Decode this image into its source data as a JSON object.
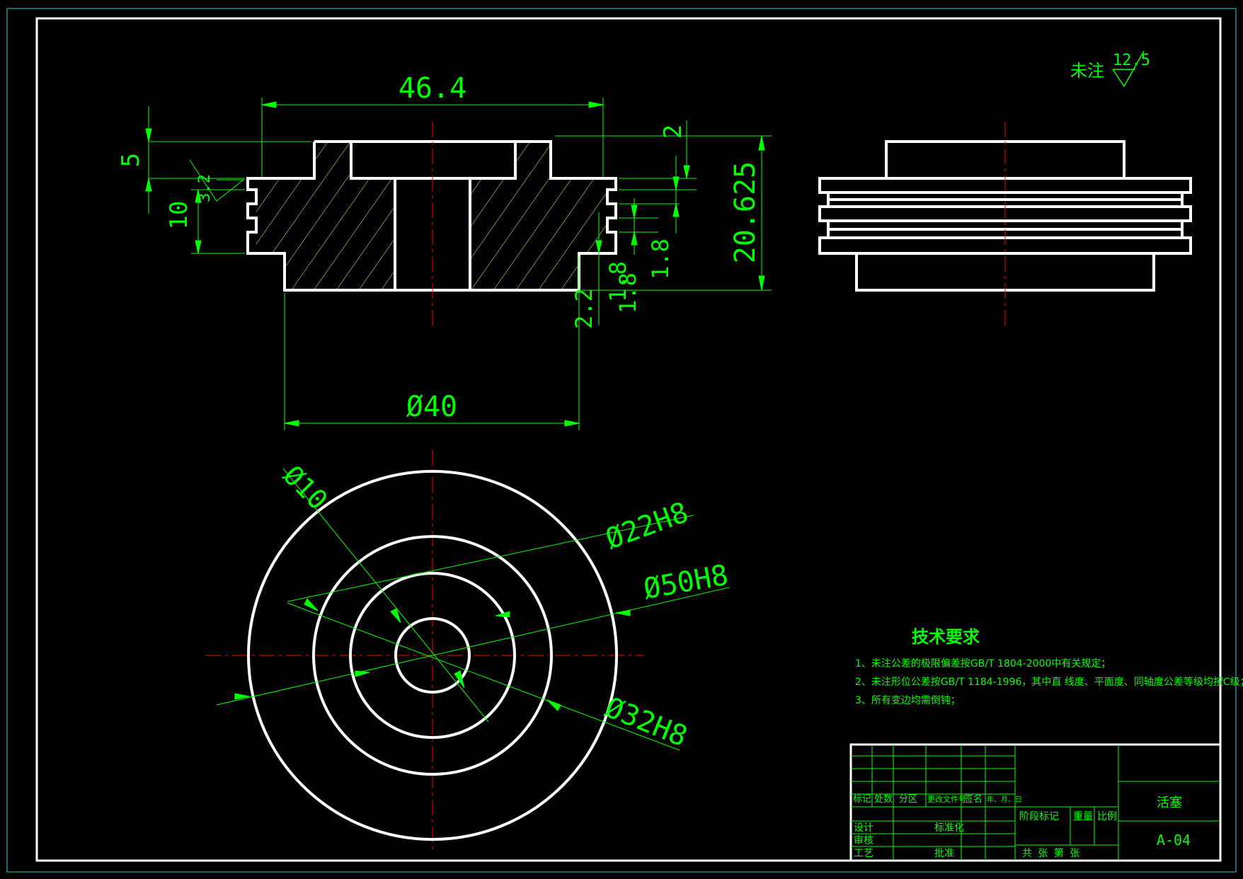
{
  "colors": {
    "background": "#000000",
    "outline": "#ffffff",
    "dimension": "#00ff00",
    "centerline": "#ff0000",
    "hatch": "#ffff00",
    "frame": "#2fd1d1",
    "table_line": "#00ff00"
  },
  "surface_finish": {
    "note": "未注",
    "value": "12.5"
  },
  "section_view": {
    "dims": {
      "width": "46.4",
      "top_step": "5",
      "groove_pitch": "10",
      "roughness": "3.2",
      "right_top": "2",
      "total_height": "20.625",
      "groove_a": "1.8",
      "groove_b": "1.8",
      "groove_c": "1.8",
      "bottom_step": "2.2",
      "bottom_diameter": "Ø40"
    }
  },
  "top_view": {
    "dims": {
      "d10": "Ø10",
      "d22": "Ø22H8",
      "d50": "Ø50H8",
      "d32": "Ø32H8"
    }
  },
  "tech_requirements": {
    "title": "技术要求",
    "items": [
      "1、未注公差的极限偏差按GB/T 1804-2000中有关规定；",
      "2、未注形位公差按GB/T 1184-1996，其中直 线度、平面度、同轴度公差等级均按C级；",
      "3、所有变边均需倒钝；"
    ]
  },
  "title_block": {
    "header_row": [
      "标记",
      "处数",
      "分区",
      "更改文件号",
      "签名",
      "年、月、日"
    ],
    "left_rows": [
      "设计",
      "审核",
      "工艺"
    ],
    "mid_labels": [
      "标准化",
      "批准"
    ],
    "stage_label": "阶段标记",
    "weight_label": "重量",
    "scale_label": "比例",
    "sheets_label": "共 张 第 张",
    "part_name": "活塞",
    "drawing_number": "A-04"
  }
}
